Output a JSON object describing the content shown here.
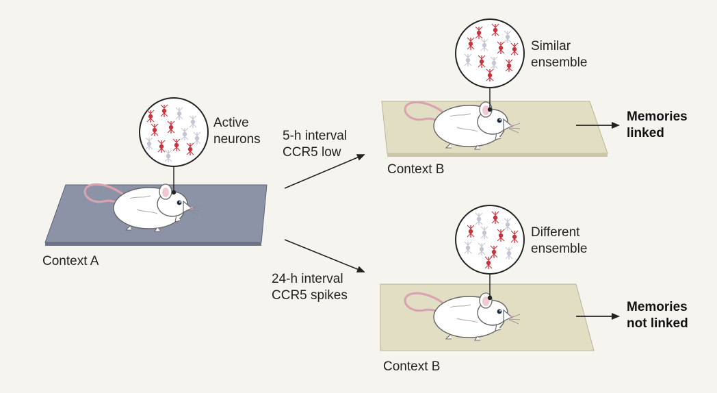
{
  "labels": {
    "context_a": "Context A",
    "context_b_top": "Context B",
    "context_b_bottom": "Context B",
    "active_neurons": [
      "Active",
      "neurons"
    ],
    "interval_short": [
      "5-h interval",
      "CCR5 low"
    ],
    "interval_long": [
      "24-h interval",
      "CCR5 spikes"
    ],
    "similar_ensemble": [
      "Similar",
      "ensemble"
    ],
    "different_ensemble": [
      "Different",
      "ensemble"
    ],
    "memories_linked": [
      "Memories",
      "linked"
    ],
    "memories_not_linked": [
      "Memories",
      "not linked"
    ]
  },
  "colors": {
    "background": "#f6f4ef",
    "context_a_platform": "#8c93a6",
    "context_b_platform": "#e1dec4",
    "active_neuron": "#c8323c",
    "inactive_neuron": "#c3c6d2",
    "mouse_body": "#ffffff",
    "mouse_tail": "#d9a3b0",
    "line": "#222222"
  },
  "icons": [
    "mouse-figure",
    "neuron-ensemble-circle",
    "arrow-right"
  ]
}
